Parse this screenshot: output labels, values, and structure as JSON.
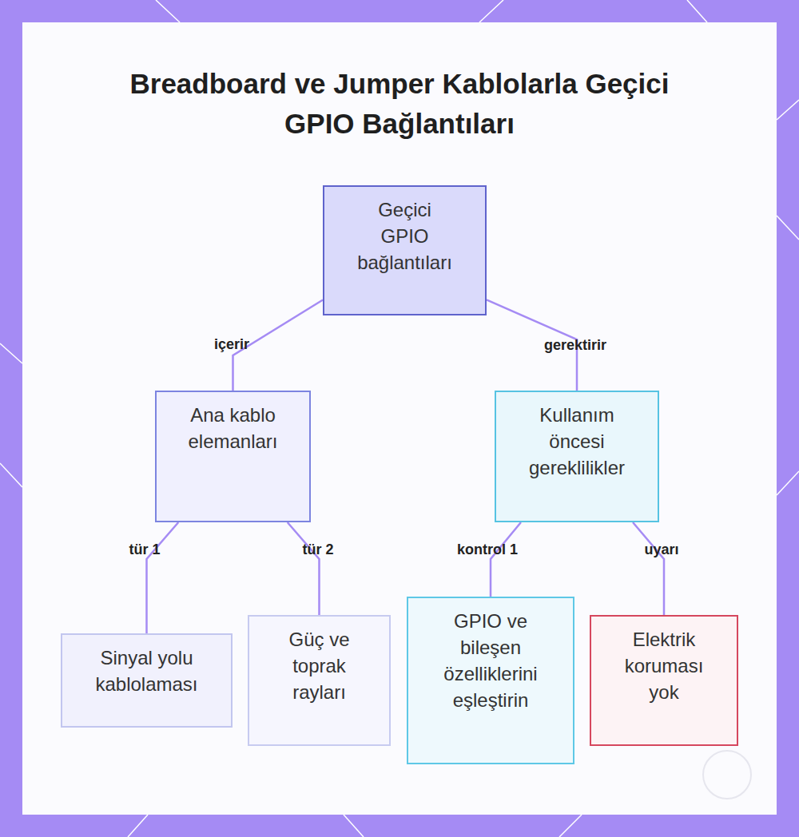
{
  "diagram": {
    "title": "Breadboard ve Jumper Kablolarla Geçici GPIO Bağlantıları",
    "nodes": [
      {
        "text": [
          "Geçici GPIO bağlantıları"
        ]
      },
      {
        "text": [
          "Ana kablo elemanları"
        ]
      },
      {
        "text": [
          "Kullanım öncesi gereklilikler"
        ]
      },
      {
        "text": [
          "Sinyal yolu kablolaması"
        ]
      },
      {
        "text": [
          "Güç ve toprak rayları"
        ]
      },
      {
        "text": [
          "GPIO ve bileşen özelliklerini eşleştirin"
        ]
      },
      {
        "text": [
          "Elektrik koruması yok"
        ]
      }
    ],
    "edges": [
      {
        "from": 0,
        "to": 1,
        "label": "içerir",
        "arrow": "none"
      },
      {
        "from": 0,
        "to": 2,
        "label": "gerektirir",
        "arrow": "none"
      },
      {
        "from": 1,
        "to": 3,
        "label": "tür 1",
        "arrow": "none"
      },
      {
        "from": 1,
        "to": 4,
        "label": "tür 2",
        "arrow": "none"
      },
      {
        "from": 2,
        "to": 5,
        "label": "kontrol 1",
        "arrow": "none"
      },
      {
        "from": 2,
        "to": 6,
        "label": "uyarı",
        "arrow": "none"
      }
    ]
  }
}
